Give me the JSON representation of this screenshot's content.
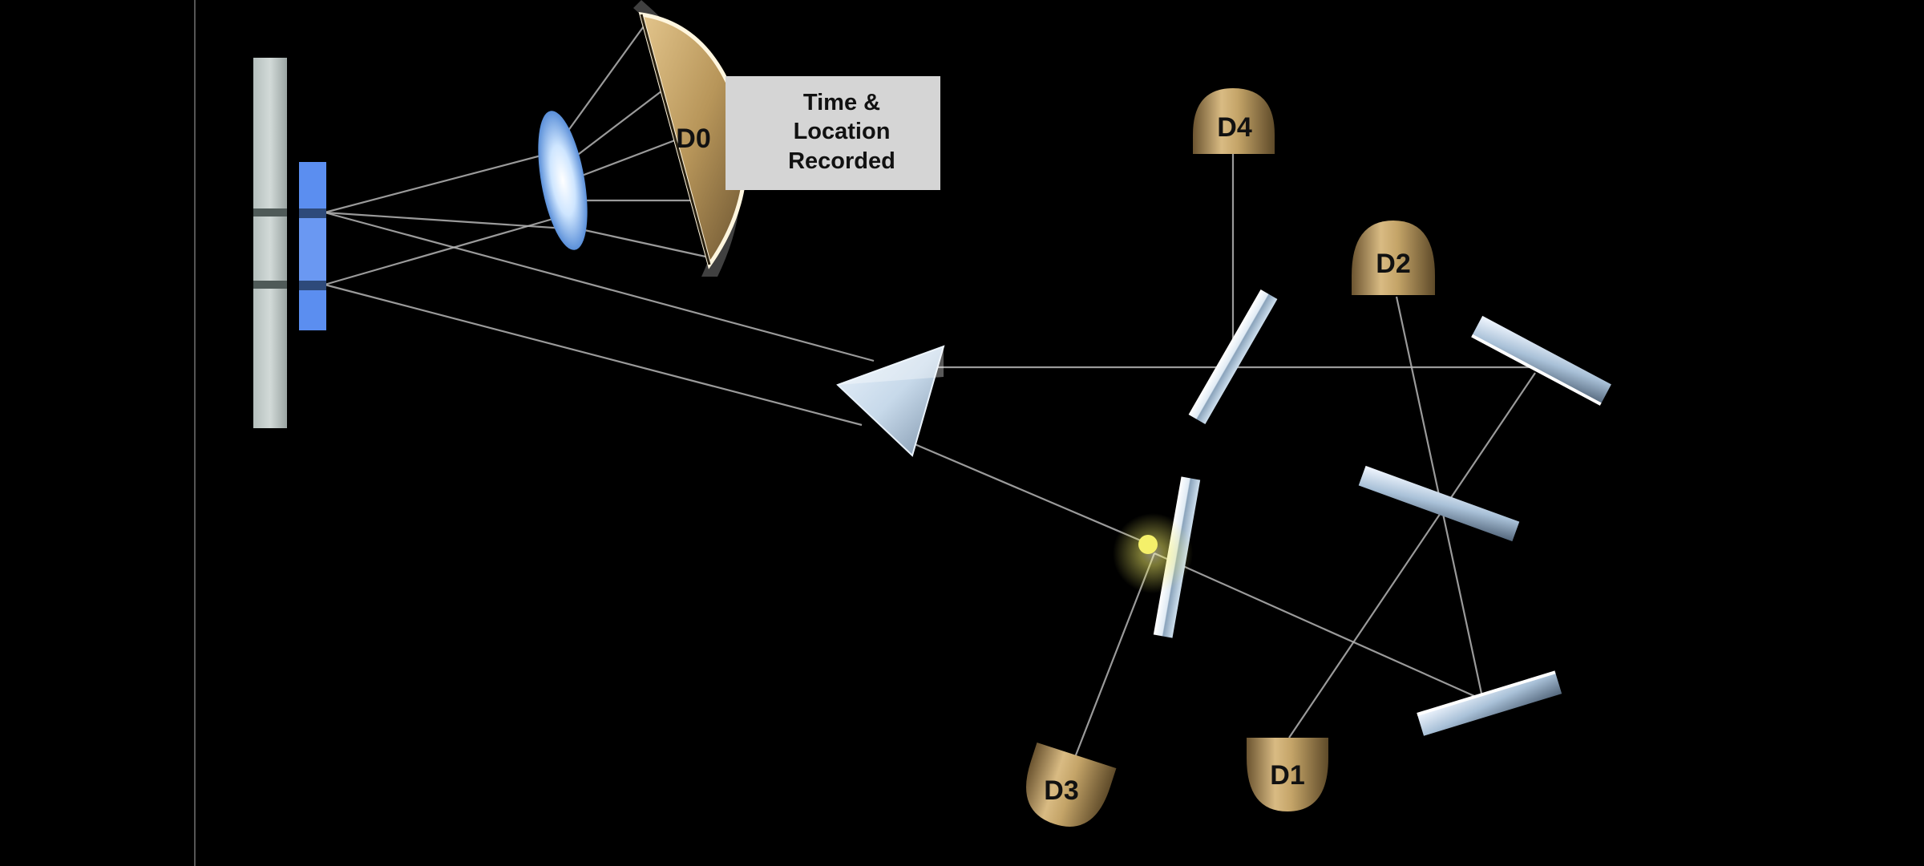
{
  "detectors": {
    "d0": "D0",
    "d1": "D1",
    "d2": "D2",
    "d3": "D3",
    "d4": "D4"
  },
  "note": {
    "lines": [
      "Time &",
      "Location",
      "Recorded"
    ]
  },
  "colors": {
    "background": "#000000",
    "detector_gold": "#b8965a",
    "slit_blue": "#5b8ef0",
    "photon_yellow": "#f4f06a",
    "beam_gray": "#b5b5b5"
  }
}
